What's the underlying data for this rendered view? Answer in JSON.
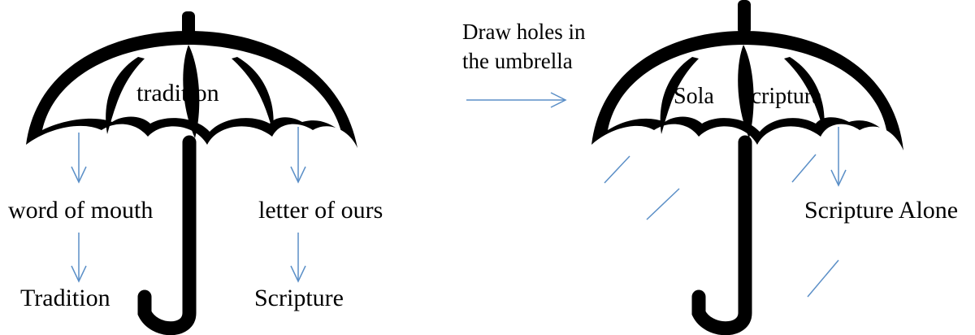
{
  "labels": {
    "umbrella_text": "tradition",
    "word_of_mouth": "word of mouth",
    "letter_of_ours": "letter of ours",
    "tradition": "Tradition",
    "scripture": "Scripture",
    "instruction_line1": "Draw holes in",
    "instruction_line2": "the umbrella",
    "sola": "Sola",
    "scriptura": "Scriptura",
    "scripture_alone": "Scripture Alone"
  },
  "colors": {
    "umbrella": "#000000",
    "arrow": "#5b8fc7",
    "rain": "#5b8fc7",
    "text": "#000000"
  }
}
